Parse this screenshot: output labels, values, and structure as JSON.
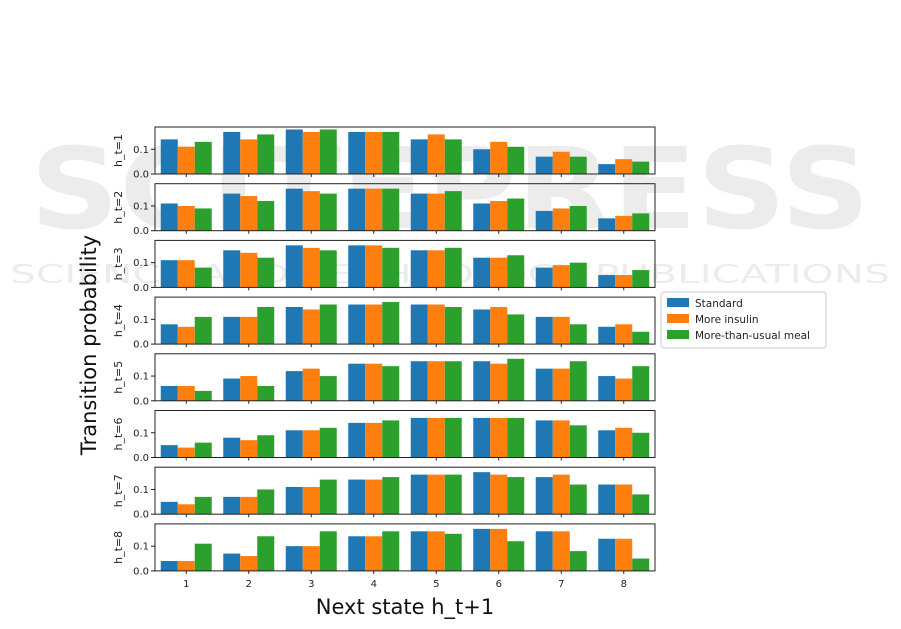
{
  "watermark": {
    "big_text": "SCITEPRESS",
    "sub_text": "SCIENCE AND TECHNOLOGY PUBLICATIONS"
  },
  "chart_data": {
    "type": "bar",
    "xlabel": "Next state h_t+1",
    "ylabel": "Transition probability",
    "categories": [
      "1",
      "2",
      "3",
      "4",
      "5",
      "6",
      "7",
      "8"
    ],
    "ylim": [
      0,
      0.19
    ],
    "yticks": [
      0.0,
      0.1
    ],
    "ytick_labels": [
      "0.0",
      "0.1"
    ],
    "colors": {
      "Standard": "#1f77b4",
      "More insulin": "#ff7f0e",
      "More-than-usual meal": "#2ca02c"
    },
    "legend": {
      "placement": "right",
      "entries": [
        "Standard",
        "More insulin",
        "More-than-usual meal"
      ]
    },
    "panels": [
      {
        "label": "h_t=1",
        "series": [
          {
            "name": "Standard",
            "values": [
              0.14,
              0.17,
              0.18,
              0.17,
              0.14,
              0.1,
              0.07,
              0.04
            ]
          },
          {
            "name": "More insulin",
            "values": [
              0.11,
              0.14,
              0.17,
              0.17,
              0.16,
              0.13,
              0.09,
              0.06
            ]
          },
          {
            "name": "More-than-usual meal",
            "values": [
              0.13,
              0.16,
              0.18,
              0.17,
              0.14,
              0.11,
              0.07,
              0.05
            ]
          }
        ]
      },
      {
        "label": "h_t=2",
        "series": [
          {
            "name": "Standard",
            "values": [
              0.11,
              0.15,
              0.17,
              0.17,
              0.15,
              0.11,
              0.08,
              0.05
            ]
          },
          {
            "name": "More insulin",
            "values": [
              0.1,
              0.14,
              0.16,
              0.17,
              0.15,
              0.12,
              0.09,
              0.06
            ]
          },
          {
            "name": "More-than-usual meal",
            "values": [
              0.09,
              0.12,
              0.15,
              0.17,
              0.16,
              0.13,
              0.1,
              0.07
            ]
          }
        ]
      },
      {
        "label": "h_t=3",
        "series": [
          {
            "name": "Standard",
            "values": [
              0.11,
              0.15,
              0.17,
              0.17,
              0.15,
              0.12,
              0.08,
              0.05
            ]
          },
          {
            "name": "More insulin",
            "values": [
              0.11,
              0.14,
              0.16,
              0.17,
              0.15,
              0.12,
              0.09,
              0.05
            ]
          },
          {
            "name": "More-than-usual meal",
            "values": [
              0.08,
              0.12,
              0.15,
              0.16,
              0.16,
              0.13,
              0.1,
              0.07
            ]
          }
        ]
      },
      {
        "label": "h_t=4",
        "series": [
          {
            "name": "Standard",
            "values": [
              0.08,
              0.11,
              0.15,
              0.16,
              0.16,
              0.14,
              0.11,
              0.07
            ]
          },
          {
            "name": "More insulin",
            "values": [
              0.07,
              0.11,
              0.14,
              0.16,
              0.16,
              0.15,
              0.11,
              0.08
            ]
          },
          {
            "name": "More-than-usual meal",
            "values": [
              0.11,
              0.15,
              0.16,
              0.17,
              0.15,
              0.12,
              0.08,
              0.05
            ]
          }
        ]
      },
      {
        "label": "h_t=5",
        "series": [
          {
            "name": "Standard",
            "values": [
              0.06,
              0.09,
              0.12,
              0.15,
              0.16,
              0.16,
              0.13,
              0.1
            ]
          },
          {
            "name": "More insulin",
            "values": [
              0.06,
              0.1,
              0.13,
              0.15,
              0.16,
              0.15,
              0.13,
              0.09
            ]
          },
          {
            "name": "More-than-usual meal",
            "values": [
              0.04,
              0.06,
              0.1,
              0.14,
              0.16,
              0.17,
              0.16,
              0.14
            ]
          }
        ]
      },
      {
        "label": "h_t=6",
        "series": [
          {
            "name": "Standard",
            "values": [
              0.05,
              0.08,
              0.11,
              0.14,
              0.16,
              0.16,
              0.15,
              0.11
            ]
          },
          {
            "name": "More insulin",
            "values": [
              0.04,
              0.07,
              0.11,
              0.14,
              0.16,
              0.16,
              0.15,
              0.12
            ]
          },
          {
            "name": "More-than-usual meal",
            "values": [
              0.06,
              0.09,
              0.12,
              0.15,
              0.16,
              0.16,
              0.13,
              0.1
            ]
          }
        ]
      },
      {
        "label": "h_t=7",
        "series": [
          {
            "name": "Standard",
            "values": [
              0.05,
              0.07,
              0.11,
              0.14,
              0.16,
              0.17,
              0.15,
              0.12
            ]
          },
          {
            "name": "More insulin",
            "values": [
              0.04,
              0.07,
              0.11,
              0.14,
              0.16,
              0.16,
              0.16,
              0.12
            ]
          },
          {
            "name": "More-than-usual meal",
            "values": [
              0.07,
              0.1,
              0.14,
              0.15,
              0.16,
              0.15,
              0.12,
              0.08
            ]
          }
        ]
      },
      {
        "label": "h_t=8",
        "series": [
          {
            "name": "Standard",
            "values": [
              0.04,
              0.07,
              0.1,
              0.14,
              0.16,
              0.17,
              0.16,
              0.13
            ]
          },
          {
            "name": "More insulin",
            "values": [
              0.04,
              0.06,
              0.1,
              0.14,
              0.16,
              0.17,
              0.16,
              0.13
            ]
          },
          {
            "name": "More-than-usual meal",
            "values": [
              0.11,
              0.14,
              0.16,
              0.16,
              0.15,
              0.12,
              0.08,
              0.05
            ]
          }
        ]
      }
    ]
  }
}
